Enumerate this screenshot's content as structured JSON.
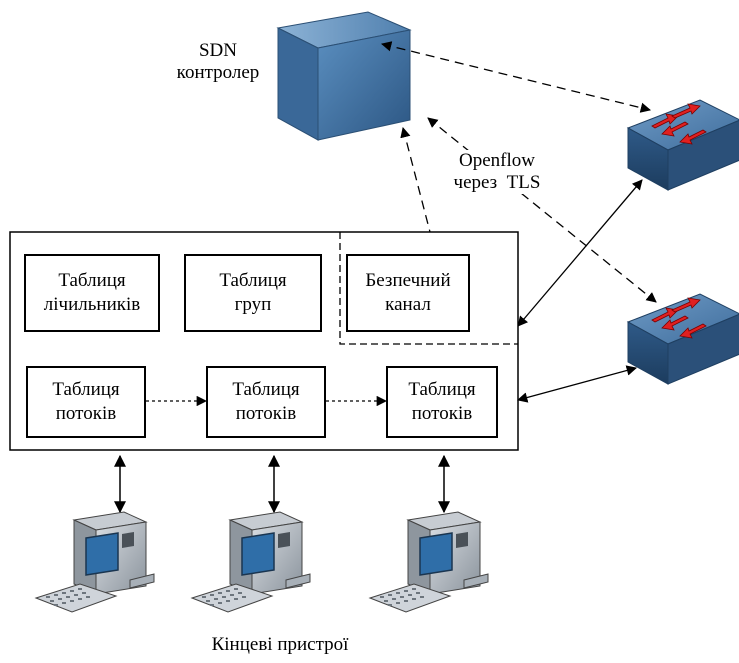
{
  "controller": {
    "line1": "SDN",
    "line2": "контролер"
  },
  "protocol": {
    "line1": "Openflow",
    "line2": "через  TLS"
  },
  "switch_tables": {
    "counters": {
      "line1": "Таблиця",
      "line2": "лічильників"
    },
    "groups": {
      "line1": "Таблиця",
      "line2": "груп"
    },
    "secure_channel": {
      "line1": "Безпечний",
      "line2": "канал"
    },
    "flow_tables": [
      {
        "line1": "Таблиця",
        "line2": "потоків"
      },
      {
        "line1": "Таблиця",
        "line2": "потоків"
      },
      {
        "line1": "Таблиця",
        "line2": "потоків"
      }
    ]
  },
  "end_devices": {
    "label": "Кінцеві пристрої"
  },
  "icons": {
    "controller": "server-box-icon",
    "switches": [
      "network-switch-icon",
      "network-switch-icon"
    ],
    "computers": [
      "desktop-computer-icon",
      "desktop-computer-icon",
      "desktop-computer-icon"
    ]
  },
  "colors": {
    "device_blue": "#3d6f9e",
    "device_blue_dark": "#1f3f61",
    "arrow_red": "#e02020"
  }
}
